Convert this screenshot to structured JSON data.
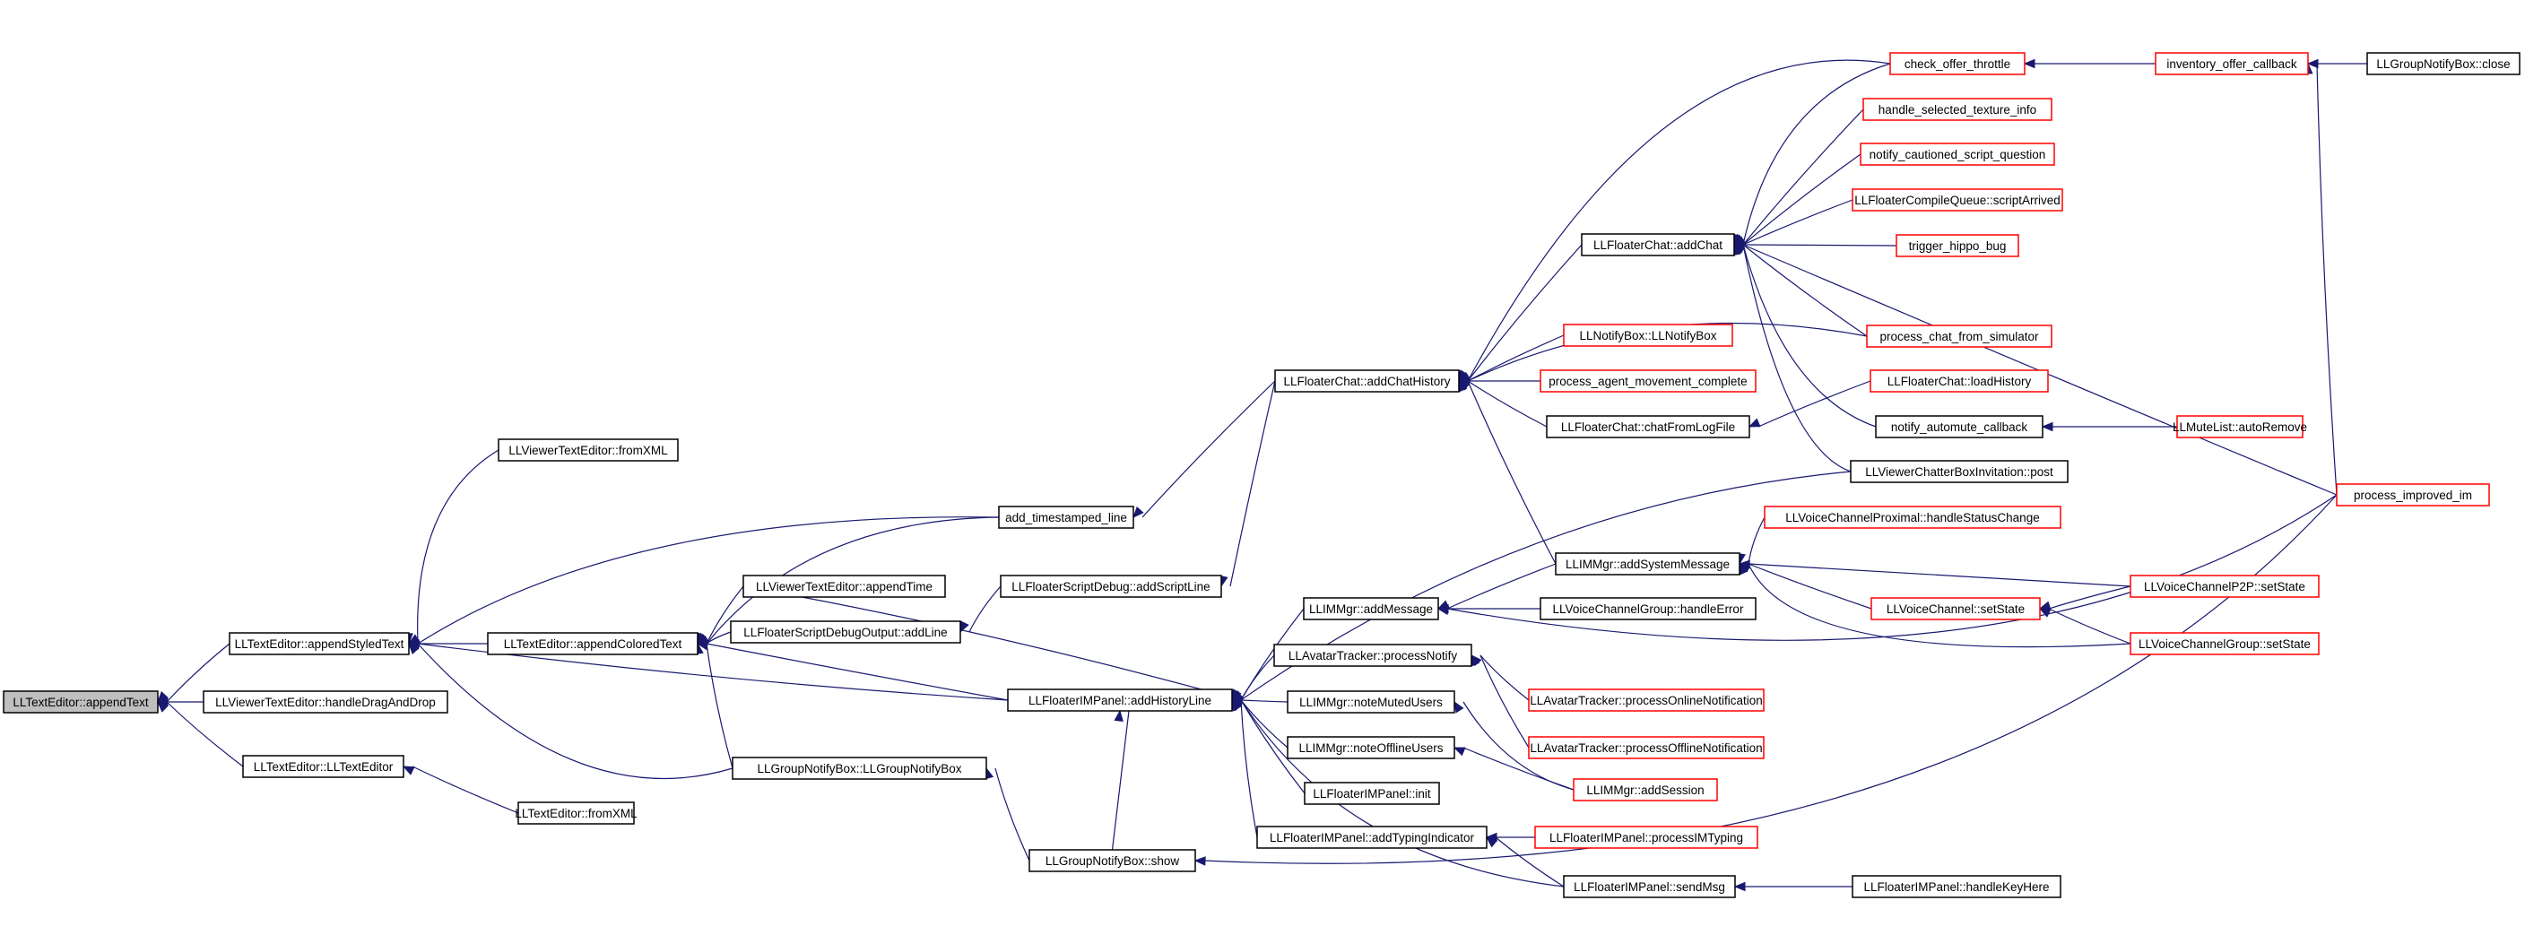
{
  "colors": {
    "edge": "#191970",
    "documented_border": "#000000",
    "undocumented_border": "#ff0000",
    "root_fill": "#bfbfbf"
  },
  "nodes": [
    {
      "id": "n0",
      "label": "LLTextEditor::appendText",
      "kind": "root"
    },
    {
      "id": "n1",
      "label": "LLTextEditor::appendStyledText",
      "kind": "black"
    },
    {
      "id": "n2",
      "label": "LLViewerTextEditor::handleDragAndDrop",
      "kind": "black"
    },
    {
      "id": "n3",
      "label": "LLTextEditor::LLTextEditor",
      "kind": "black"
    },
    {
      "id": "n4",
      "label": "LLViewerTextEditor::fromXML",
      "kind": "black"
    },
    {
      "id": "n5",
      "label": "LLTextEditor::appendColoredText",
      "kind": "black"
    },
    {
      "id": "n6",
      "label": "add_timestamped_line",
      "kind": "black"
    },
    {
      "id": "n7",
      "label": "LLFloaterIMPanel::addHistoryLine",
      "kind": "black"
    },
    {
      "id": "n8",
      "label": "LLGroupNotifyBox::LLGroupNotifyBox",
      "kind": "black"
    },
    {
      "id": "n9",
      "label": "LLTextEditor::fromXML",
      "kind": "black"
    },
    {
      "id": "n10",
      "label": "LLViewerTextEditor::appendTime",
      "kind": "black"
    },
    {
      "id": "n11",
      "label": "LLFloaterScriptDebugOutput::addLine",
      "kind": "black"
    },
    {
      "id": "n12",
      "label": "LLFloaterChat::addChatHistory",
      "kind": "black"
    },
    {
      "id": "n13",
      "label": "LLFloaterScriptDebug::addScriptLine",
      "kind": "black"
    },
    {
      "id": "n14",
      "label": "LLIMMgr::addMessage",
      "kind": "black"
    },
    {
      "id": "n15",
      "label": "LLAvatarTracker::processNotify",
      "kind": "black"
    },
    {
      "id": "n16",
      "label": "LLIMMgr::noteMutedUsers",
      "kind": "black"
    },
    {
      "id": "n17",
      "label": "LLIMMgr::noteOfflineUsers",
      "kind": "black"
    },
    {
      "id": "n18",
      "label": "LLFloaterIMPanel::init",
      "kind": "black"
    },
    {
      "id": "n19",
      "label": "LLFloaterIMPanel::addTypingIndicator",
      "kind": "black"
    },
    {
      "id": "n20",
      "label": "LLGroupNotifyBox::show",
      "kind": "black"
    },
    {
      "id": "n21",
      "label": "LLFloaterIMPanel::sendMsg",
      "kind": "black"
    },
    {
      "id": "n22",
      "label": "LLFloaterChat::addChat",
      "kind": "black"
    },
    {
      "id": "n23",
      "label": "LLNotifyBox::LLNotifyBox",
      "kind": "red"
    },
    {
      "id": "n24",
      "label": "process_agent_movement_complete",
      "kind": "red"
    },
    {
      "id": "n25",
      "label": "LLFloaterChat::chatFromLogFile",
      "kind": "black"
    },
    {
      "id": "n26",
      "label": "LLIMMgr::addSystemMessage",
      "kind": "black"
    },
    {
      "id": "n27",
      "label": "LLVoiceChannelGroup::handleError",
      "kind": "black"
    },
    {
      "id": "n28",
      "label": "LLAvatarTracker::processOnlineNotification",
      "kind": "red"
    },
    {
      "id": "n29",
      "label": "LLAvatarTracker::processOfflineNotification",
      "kind": "red"
    },
    {
      "id": "n30",
      "label": "LLIMMgr::addSession",
      "kind": "red"
    },
    {
      "id": "n31",
      "label": "LLFloaterIMPanel::processIMTyping",
      "kind": "red"
    },
    {
      "id": "n32",
      "label": "check_offer_throttle",
      "kind": "red"
    },
    {
      "id": "n33",
      "label": "handle_selected_texture_info",
      "kind": "red"
    },
    {
      "id": "n34",
      "label": "notify_cautioned_script_question",
      "kind": "red"
    },
    {
      "id": "n35",
      "label": "LLFloaterCompileQueue::scriptArrived",
      "kind": "red"
    },
    {
      "id": "n36",
      "label": "trigger_hippo_bug",
      "kind": "red"
    },
    {
      "id": "n37",
      "label": "process_chat_from_simulator",
      "kind": "red"
    },
    {
      "id": "n38",
      "label": "LLFloaterChat::loadHistory",
      "kind": "red"
    },
    {
      "id": "n39",
      "label": "notify_automute_callback",
      "kind": "black"
    },
    {
      "id": "n40",
      "label": "LLViewerChatterBoxInvitation::post",
      "kind": "black"
    },
    {
      "id": "n41",
      "label": "LLVoiceChannelProximal::handleStatusChange",
      "kind": "red"
    },
    {
      "id": "n42",
      "label": "LLVoiceChannel::setState",
      "kind": "red"
    },
    {
      "id": "n43",
      "label": "LLFloaterIMPanel::handleKeyHere",
      "kind": "black"
    },
    {
      "id": "n44",
      "label": "inventory_offer_callback",
      "kind": "red"
    },
    {
      "id": "n45",
      "label": "LLMuteList::autoRemove",
      "kind": "red"
    },
    {
      "id": "n46",
      "label": "LLVoiceChannelP2P::setState",
      "kind": "red"
    },
    {
      "id": "n47",
      "label": "LLVoiceChannelGroup::setState",
      "kind": "red"
    },
    {
      "id": "n48",
      "label": "LLGroupNotifyBox::close",
      "kind": "black"
    },
    {
      "id": "n49",
      "label": "process_improved_im",
      "kind": "red"
    }
  ]
}
